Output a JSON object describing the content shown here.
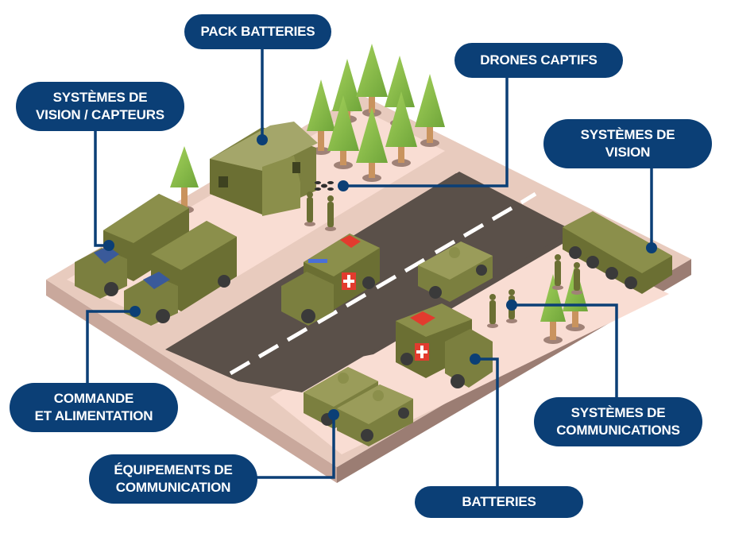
{
  "title": "Infographie — équipements d'une base militaire",
  "colors": {
    "label_bg": "#0b3f76",
    "connector": "#0b3f76",
    "label_text": "#ffffff",
    "ground_top": "#f9ddd3",
    "ground_mid": "#e8cbbe",
    "ground_side_left": "#c9a89c",
    "ground_side_right": "#9b7d73",
    "road": "#5a5049",
    "road_marking": "#ffffff",
    "vehicle_olive": "#7b7f3f",
    "vehicle_olive_light": "#9a9c5a",
    "window_blue": "#3a5a9a",
    "tree_green": "#8dc04a",
    "tree_trunk": "#c9935e",
    "medical_red": "#e23b2e"
  },
  "labels": [
    {
      "id": "pack-batteries",
      "text": "PACK BATTERIES",
      "target": "tente"
    },
    {
      "id": "vision-capteurs",
      "text": "SYSTÈMES DE\nVISION / CAPTEURS",
      "target": "camion"
    },
    {
      "id": "drones-captifs",
      "text": "DRONES CAPTIFS",
      "target": "drone"
    },
    {
      "id": "systemes-vision",
      "text": "SYSTÈMES DE\nVISION",
      "target": "véhicule blindé"
    },
    {
      "id": "commande-alimentation",
      "text": "COMMANDE\nET ALIMENTATION",
      "target": "camion"
    },
    {
      "id": "equipements-communication",
      "text": "ÉQUIPEMENTS DE\nCOMMUNICATION",
      "target": "véhicule tout-terrain"
    },
    {
      "id": "systemes-communications",
      "text": "SYSTÈMES DE\nCOMMUNICATIONS",
      "target": "soldats"
    },
    {
      "id": "batteries",
      "text": "BATTERIES",
      "target": "ambulance"
    }
  ]
}
